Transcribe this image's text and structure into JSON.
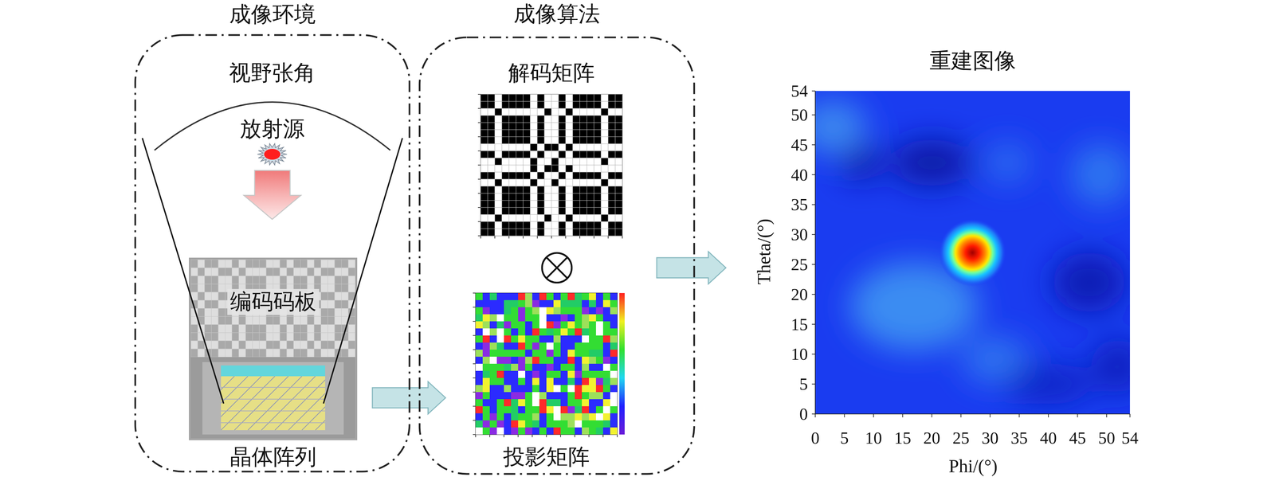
{
  "diagram": {
    "nodes": [
      {
        "text": [
          "成像环境"
        ]
      },
      {
        "text": [
          "编码码板"
        ],
        "in": 0
      },
      {
        "text": [
          "晶体阵列"
        ],
        "in": 0
      },
      {
        "text": [
          "成像算法"
        ]
      },
      {
        "text": [
          "解码矩阵"
        ],
        "in": 3
      },
      {
        "text": [
          "投影矩阵"
        ],
        "in": 3
      },
      {
        "text": [
          "重建图像"
        ]
      }
    ],
    "edges": [
      {
        "from": 0,
        "to": 3,
        "arrow": "to"
      },
      {
        "from": 3,
        "to": 6,
        "arrow": "to"
      }
    ],
    "labels": [
      "视野张角",
      "放射源",
      "Theta/(°)",
      "54",
      "50",
      "45",
      "40",
      "35",
      "30",
      "25",
      "20",
      "15",
      "10",
      "5",
      "0",
      "Phi/(°)",
      "0",
      "5",
      "10",
      "15",
      "20",
      "25",
      "30",
      "35",
      "40",
      "45",
      "50",
      "54"
    ]
  }
}
